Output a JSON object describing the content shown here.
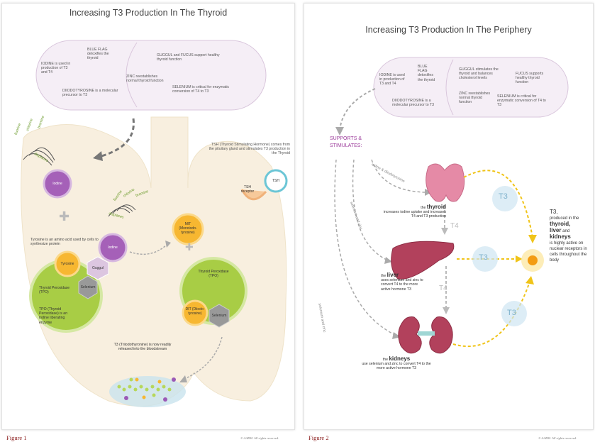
{
  "figure1": {
    "title": "Increasing T3 Production In The Thyroid",
    "pill": {
      "iodine": "IODINE is used in production of T3 and T4",
      "blue_flag": "BLUE FLAG detoxifies the thyroid",
      "guggul": "GUGGUL and FUCUS support healthy thyroid function",
      "diiodo": "DIIODOTYROSINE is a molecular precursor to T3",
      "zinc": "ZINC reestablishes normal thyroid function",
      "selenium": "SELENIUM is critical for enzymatic conversion of T4 to T3"
    },
    "halogens": [
      "fluorine",
      "chlorine",
      "bromine"
    ],
    "displaces": "displaces",
    "tsh_text": "TSH (Thyroid Stimulating Hormone) comes from the pituitary gland and stimulates T3 production in the Thyroid",
    "tsh_label": "TSH",
    "tsh_receptor": "TSH receptor",
    "iodine_label": "Iodine",
    "plus": "+",
    "tyrosine_text": "Tyrosine is an amino acid used by cells to synthesize protein",
    "tyrosine_label": "Tyrosine",
    "guggul_label": "Guggul",
    "selenium_label": "Selenium",
    "tpo_label": "Thyroid Peroxidase (TPO)",
    "tpo_text": "TPO (Thyroid Peroxidase) is an iodine liberating enzyme",
    "mit_label": "MIT (Monoiodo-tyrosine)",
    "dit_label": "DIT (Diiodo-tyrosine)",
    "t3_text": "T3 (Triiodothyronine) is now readily released into the bloodstream",
    "footer": "Figure 1",
    "copyright": "© AARM. All rights reserved."
  },
  "figure2": {
    "title": "Increasing T3 Production In The Periphery",
    "pill": {
      "iodine": "IODINE is used in production of T3 and T4",
      "blue_flag": "BLUE FLAG detoxifies the thyroid",
      "guggul": "GUGGUL stimulates the thyroid and balances cholesterol levels",
      "fucus": "FUCUS supports healthy thyroid function",
      "diiodo": "DIIODOTYROSINE is a molecular precursor to T3",
      "zinc": "ZINC reestablishes normal thyroid function",
      "selenium": "SELENIUM is critical for enzymatic conversion of T4 to T3"
    },
    "supports": "SUPPORTS & STIMULATES:",
    "arrow_labels": [
      "iodine & diiodotyrosine",
      "selenium and zinc",
      "selenium and zinc"
    ],
    "thyroid_text_pre": "the",
    "thyroid_word": "thyroid",
    "thyroid_text": "increases iodine uptake and increases T4 and T3 production",
    "liver_pre": "the",
    "liver_word": "liver",
    "liver_text": "uses selenium and zinc to convert T4 to the more active hormone T3",
    "kidneys_pre": "the",
    "kidneys_word": "kidneys",
    "kidneys_text": "use selenium and zinc to convert T4 to the more active hormone T3",
    "t3": "T3",
    "t4": "T4",
    "right_t3": "T3,",
    "right_produced": "produced in the",
    "right_thyroid": "thyroid,",
    "right_liver": "liver",
    "right_and": "and",
    "right_kidneys": "kidneys",
    "right_rest": "is highly active on nuclear receptors in cells throughout the body",
    "footer": "Figure 2",
    "copyright": "© AARM. All rights reserved."
  }
}
